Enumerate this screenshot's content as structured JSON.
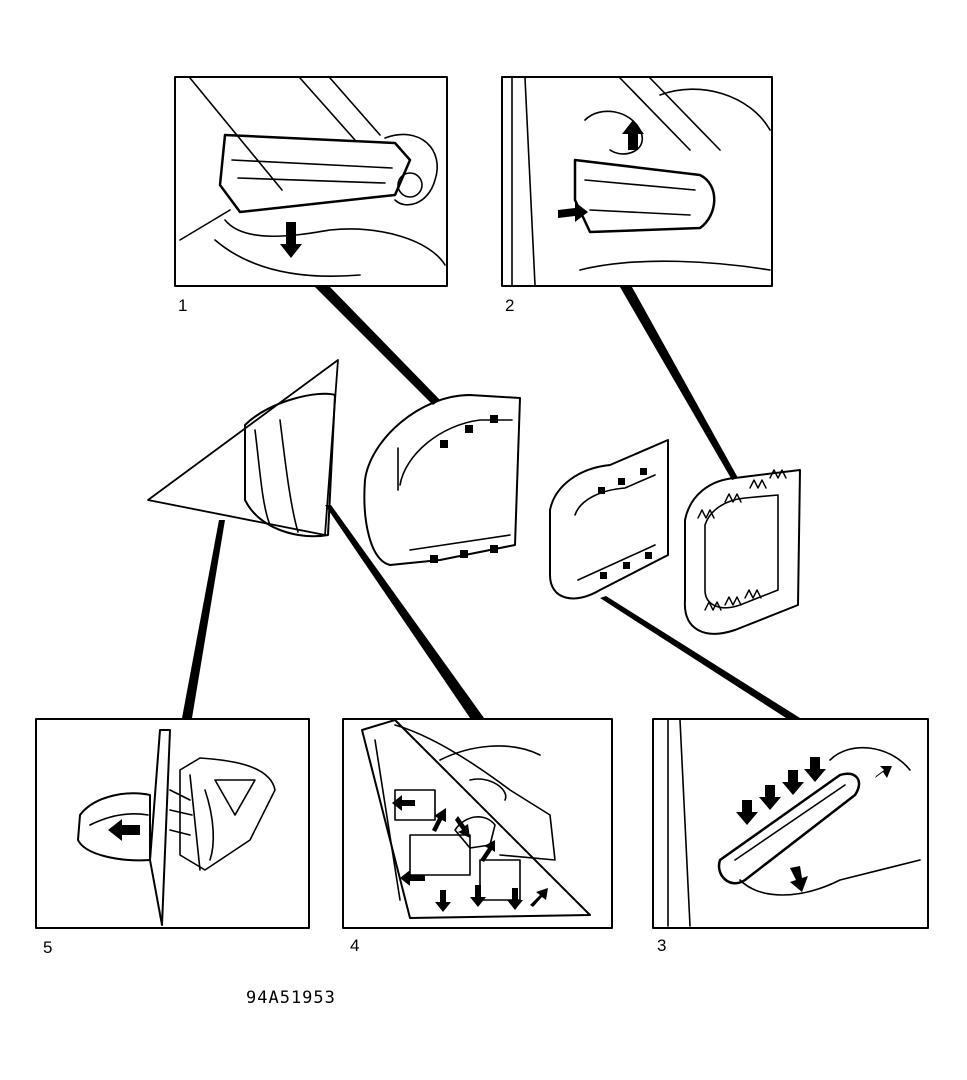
{
  "diagram": {
    "figure_id": "94A51953",
    "panels": [
      {
        "label": "1"
      },
      {
        "label": "2"
      },
      {
        "label": "3"
      },
      {
        "label": "4"
      },
      {
        "label": "5"
      }
    ],
    "colors": {
      "ink": "#000000",
      "paper": "#ffffff"
    }
  }
}
